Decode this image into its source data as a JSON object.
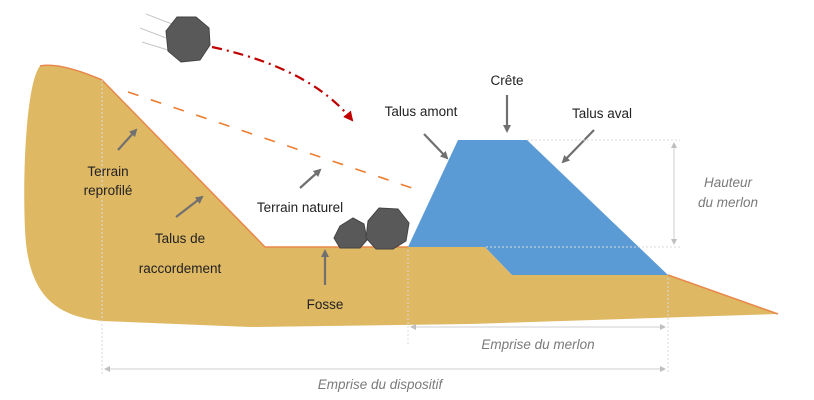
{
  "labels": {
    "terrain_reprofile_1": "Terrain",
    "terrain_reprofile_2": "reprofilé",
    "talus_raccordement_1": "Talus de",
    "talus_raccordement_2": "raccordement",
    "terrain_naturel": "Terrain naturel",
    "fosse": "Fosse",
    "talus_amont": "Talus amont",
    "crete": "Crête",
    "talus_aval": "Talus aval",
    "hauteur_merlon_1": "Hauteur",
    "hauteur_merlon_2": "du merlon",
    "emprise_merlon": "Emprise du merlon",
    "emprise_dispositif": "Emprise du dispositif"
  },
  "colors": {
    "ground": "#dfb863",
    "ground_outline": "#e8884a",
    "merlon": "#5b9bd5",
    "rock": "#595959",
    "trajectory": "#c00000",
    "natural_terrain": "#ed7d31",
    "arrow": "#707070"
  }
}
